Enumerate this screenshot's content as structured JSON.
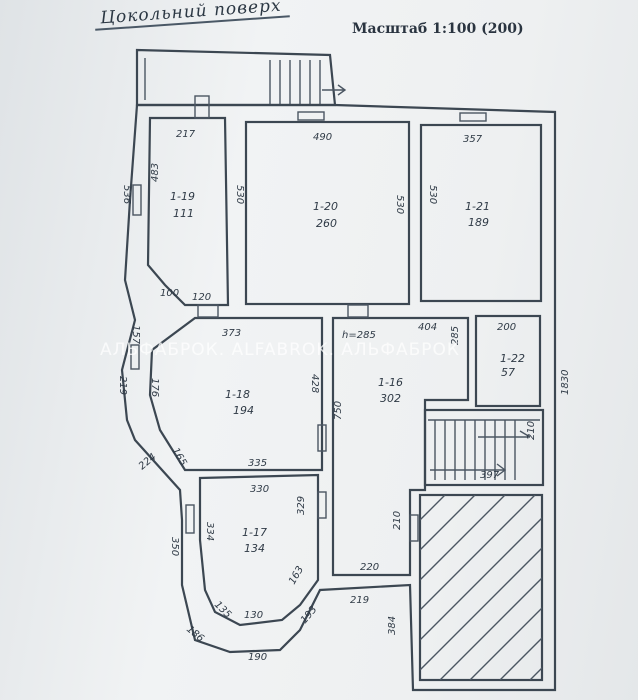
{
  "header": {
    "title": "Цокольний поверх",
    "scale": "Масштаб 1:100 (200)"
  },
  "watermark": "АЛЬФАБРОК. ALFABROK. АЛЬФАБРОК",
  "rooms": [
    {
      "id": "1-19",
      "area": "11.1",
      "label": "1-19",
      "area_label": "111"
    },
    {
      "id": "1-20",
      "area": "26.0",
      "label": "1-20",
      "area_label": "260"
    },
    {
      "id": "1-21",
      "area": "18.9",
      "label": "1-21",
      "area_label": "189"
    },
    {
      "id": "1-18",
      "area": "19.4",
      "label": "1-18",
      "area_label": "194"
    },
    {
      "id": "1-16",
      "area": "30.2",
      "label": "1-16",
      "area_label": "302"
    },
    {
      "id": "1-22",
      "area": "5.7",
      "label": "1-22",
      "area_label": "57"
    },
    {
      "id": "1-17",
      "area": "13.4",
      "label": "1-17",
      "area_label": "134"
    }
  ],
  "dimensions": [
    "217",
    "490",
    "357",
    "483",
    "530",
    "530",
    "530",
    "536",
    "100",
    "120",
    "373",
    "404",
    "200",
    "157",
    "176",
    "219",
    "428",
    "750",
    "285",
    "165",
    "335",
    "224",
    "330",
    "334",
    "329",
    "210",
    "397",
    "210",
    "350",
    "135",
    "130",
    "163",
    "220",
    "219",
    "186",
    "193",
    "190",
    "384",
    "1830",
    "h=285"
  ]
}
